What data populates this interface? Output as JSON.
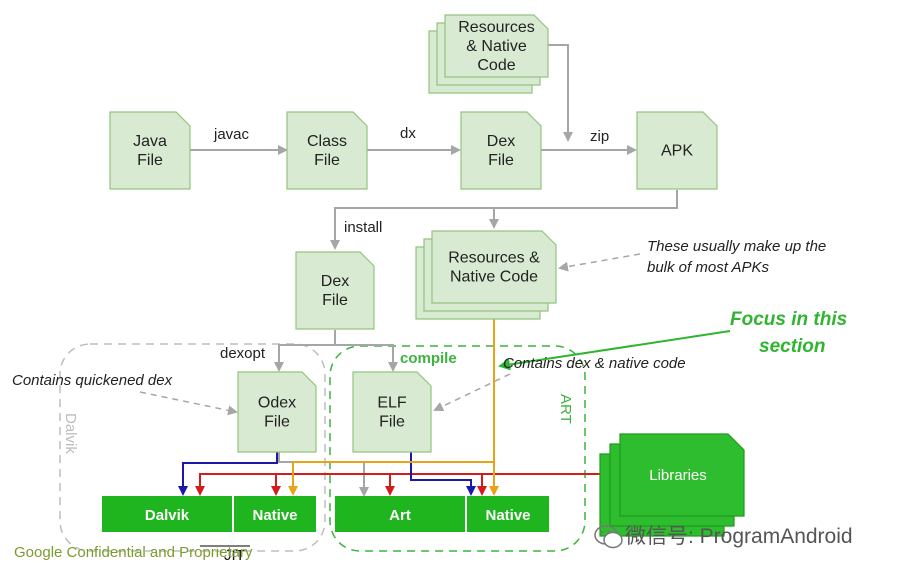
{
  "nodes": {
    "java_file": [
      "Java",
      "File"
    ],
    "class_file": [
      "Class",
      "File"
    ],
    "dex_file_top": [
      "Dex",
      "File"
    ],
    "apk": [
      "APK"
    ],
    "resources_top": [
      "Resources",
      "& Native",
      "Code"
    ],
    "dex_file_installed": [
      "Dex",
      "File"
    ],
    "resources_installed": [
      "Resources &",
      "Native Code"
    ],
    "odex_file": [
      "Odex",
      "File"
    ],
    "elf_file": [
      "ELF",
      "File"
    ],
    "libraries": [
      "Libraries"
    ]
  },
  "edge_labels": {
    "javac": "javac",
    "dx": "dx",
    "zip": "zip",
    "install": "install",
    "dexopt": "dexopt",
    "compile": "compile"
  },
  "notes": {
    "bulk_line1": "These usually make up the",
    "bulk_line2": "bulk of most APKs",
    "focus_line1": "Focus in this",
    "focus_line2": "section",
    "contains_dex_native": "Contains dex & native code",
    "contains_quickened": "Contains quickened dex"
  },
  "regions": {
    "dalvik": "Dalvik",
    "art": "ART"
  },
  "bars": {
    "dalvik": "Dalvik",
    "native_left": "Native",
    "art": "Art",
    "native_right": "Native"
  },
  "footer": "Google Confidential and Proprietary",
  "jit": "JIT",
  "watermark": "微信号: ProgramAndroid",
  "colors": {
    "doc_fill": "#d9ead3",
    "doc_stroke": "#93c47d",
    "bar_green": "#1fb51f",
    "gray_arrow": "#a6a6a6",
    "dashed_green": "#3cb33c",
    "blue": "#1a1aa6",
    "red": "#d41c1c",
    "orange": "#e8a317"
  }
}
